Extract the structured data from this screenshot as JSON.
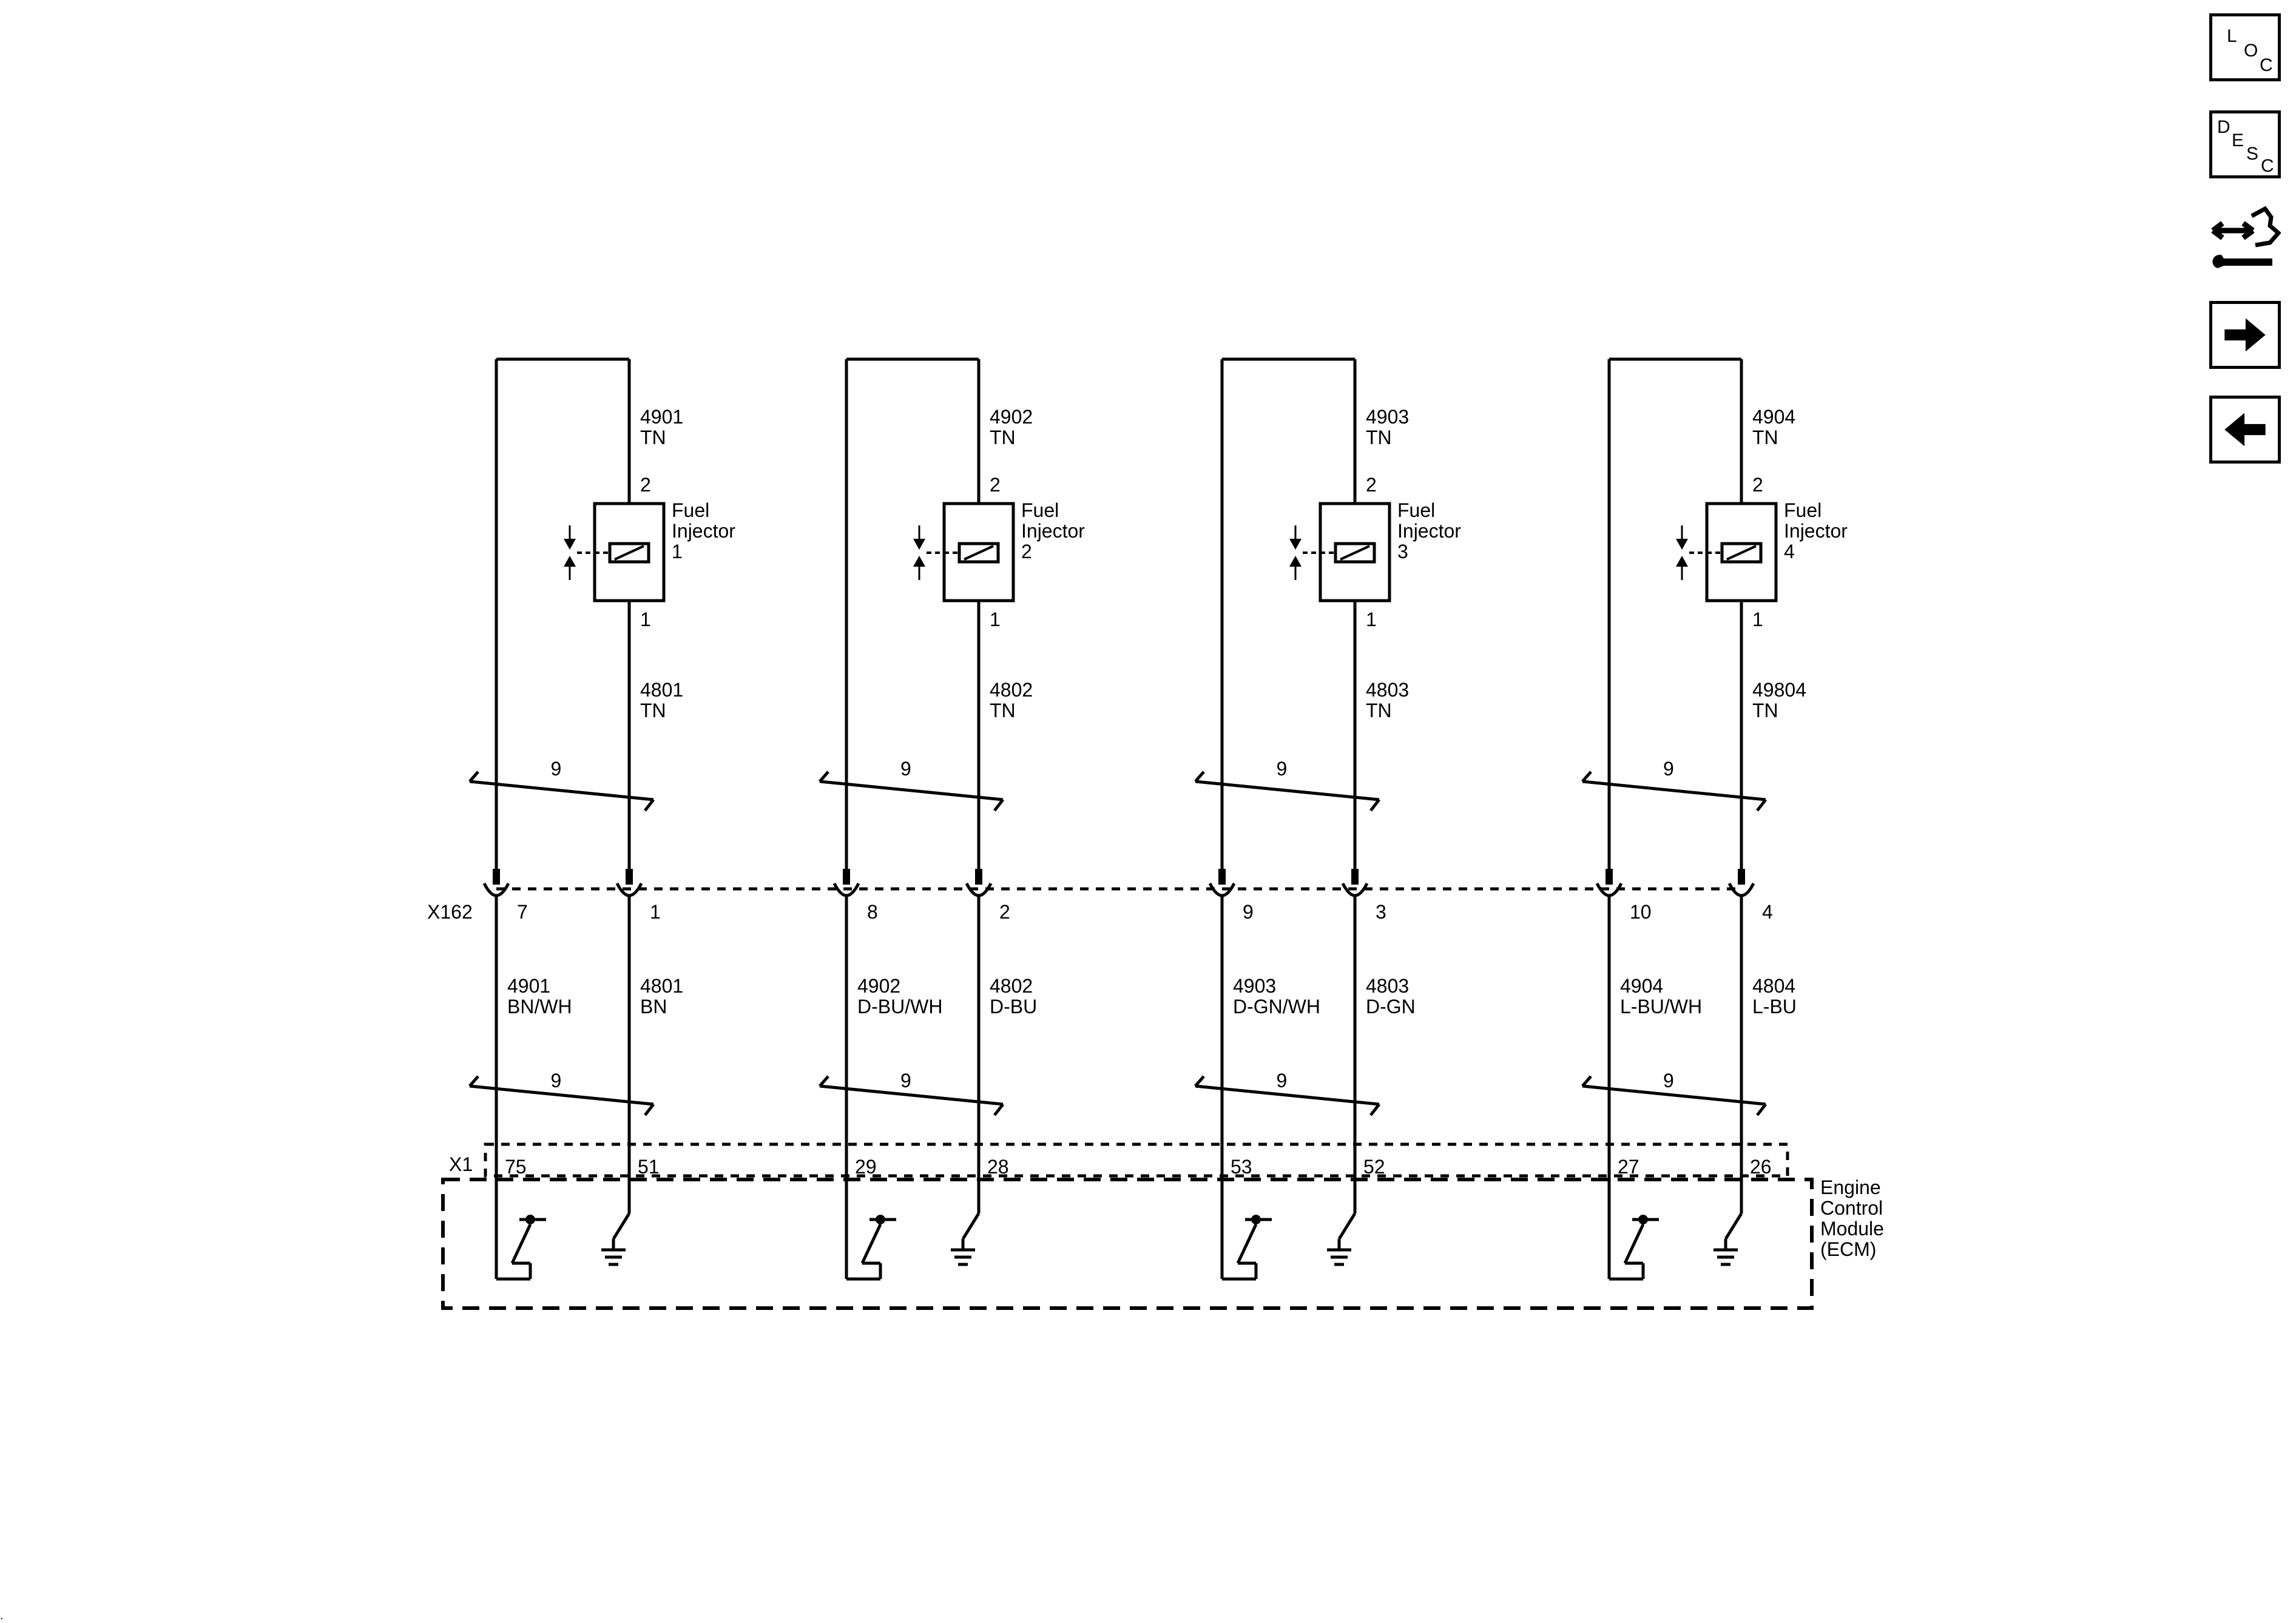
{
  "nav": {
    "loc_letters": [
      "L",
      "O",
      "C"
    ],
    "desc_letters": [
      "D",
      "E",
      "S",
      "C"
    ],
    "icons": [
      "loc-icon",
      "desc-icon",
      "connector-tool-icon",
      "arrow-right-icon",
      "arrow-left-icon"
    ]
  },
  "channels": [
    {
      "feed_circuit": "4901",
      "feed_color": "TN",
      "injector_label": [
        "Fuel",
        "Injector",
        "1"
      ],
      "pin_top": "2",
      "pin_bottom": "1",
      "control_circuit": "4801",
      "control_color": "TN",
      "twist": "9",
      "x162_pin_left": "7",
      "x162_pin_right": "1",
      "lower_left_circuit": "4901",
      "lower_left_color": "BN/WH",
      "lower_right_circuit": "4801",
      "lower_right_color": "BN",
      "twist_lower": "9",
      "ecm_pin_left": "75",
      "ecm_pin_right": "51"
    },
    {
      "feed_circuit": "4902",
      "feed_color": "TN",
      "injector_label": [
        "Fuel",
        "Injector",
        "2"
      ],
      "pin_top": "2",
      "pin_bottom": "1",
      "control_circuit": "4802",
      "control_color": "TN",
      "twist": "9",
      "x162_pin_left": "8",
      "x162_pin_right": "2",
      "lower_left_circuit": "4902",
      "lower_left_color": "D-BU/WH",
      "lower_right_circuit": "4802",
      "lower_right_color": "D-BU",
      "twist_lower": "9",
      "ecm_pin_left": "29",
      "ecm_pin_right": "28"
    },
    {
      "feed_circuit": "4903",
      "feed_color": "TN",
      "injector_label": [
        "Fuel",
        "Injector",
        "3"
      ],
      "pin_top": "2",
      "pin_bottom": "1",
      "control_circuit": "4803",
      "control_color": "TN",
      "twist": "9",
      "x162_pin_left": "9",
      "x162_pin_right": "3",
      "lower_left_circuit": "4903",
      "lower_left_color": "D-GN/WH",
      "lower_right_circuit": "4803",
      "lower_right_color": "D-GN",
      "twist_lower": "9",
      "ecm_pin_left": "53",
      "ecm_pin_right": "52"
    },
    {
      "feed_circuit": "4904",
      "feed_color": "TN",
      "injector_label": [
        "Fuel",
        "Injector",
        "4"
      ],
      "pin_top": "2",
      "pin_bottom": "1",
      "control_circuit": "49804",
      "control_color": "TN",
      "twist": "9",
      "x162_pin_left": "10",
      "x162_pin_right": "4",
      "lower_left_circuit": "4904",
      "lower_left_color": "L-BU/WH",
      "lower_right_circuit": "4804",
      "lower_right_color": "L-BU",
      "twist_lower": "9",
      "ecm_pin_left": "27",
      "ecm_pin_right": "26"
    }
  ],
  "connector_x162": "X162",
  "connector_x1": "X1",
  "ecm_label": [
    "Engine",
    "Control",
    "Module",
    "(ECM)"
  ],
  "corner_mark": "."
}
